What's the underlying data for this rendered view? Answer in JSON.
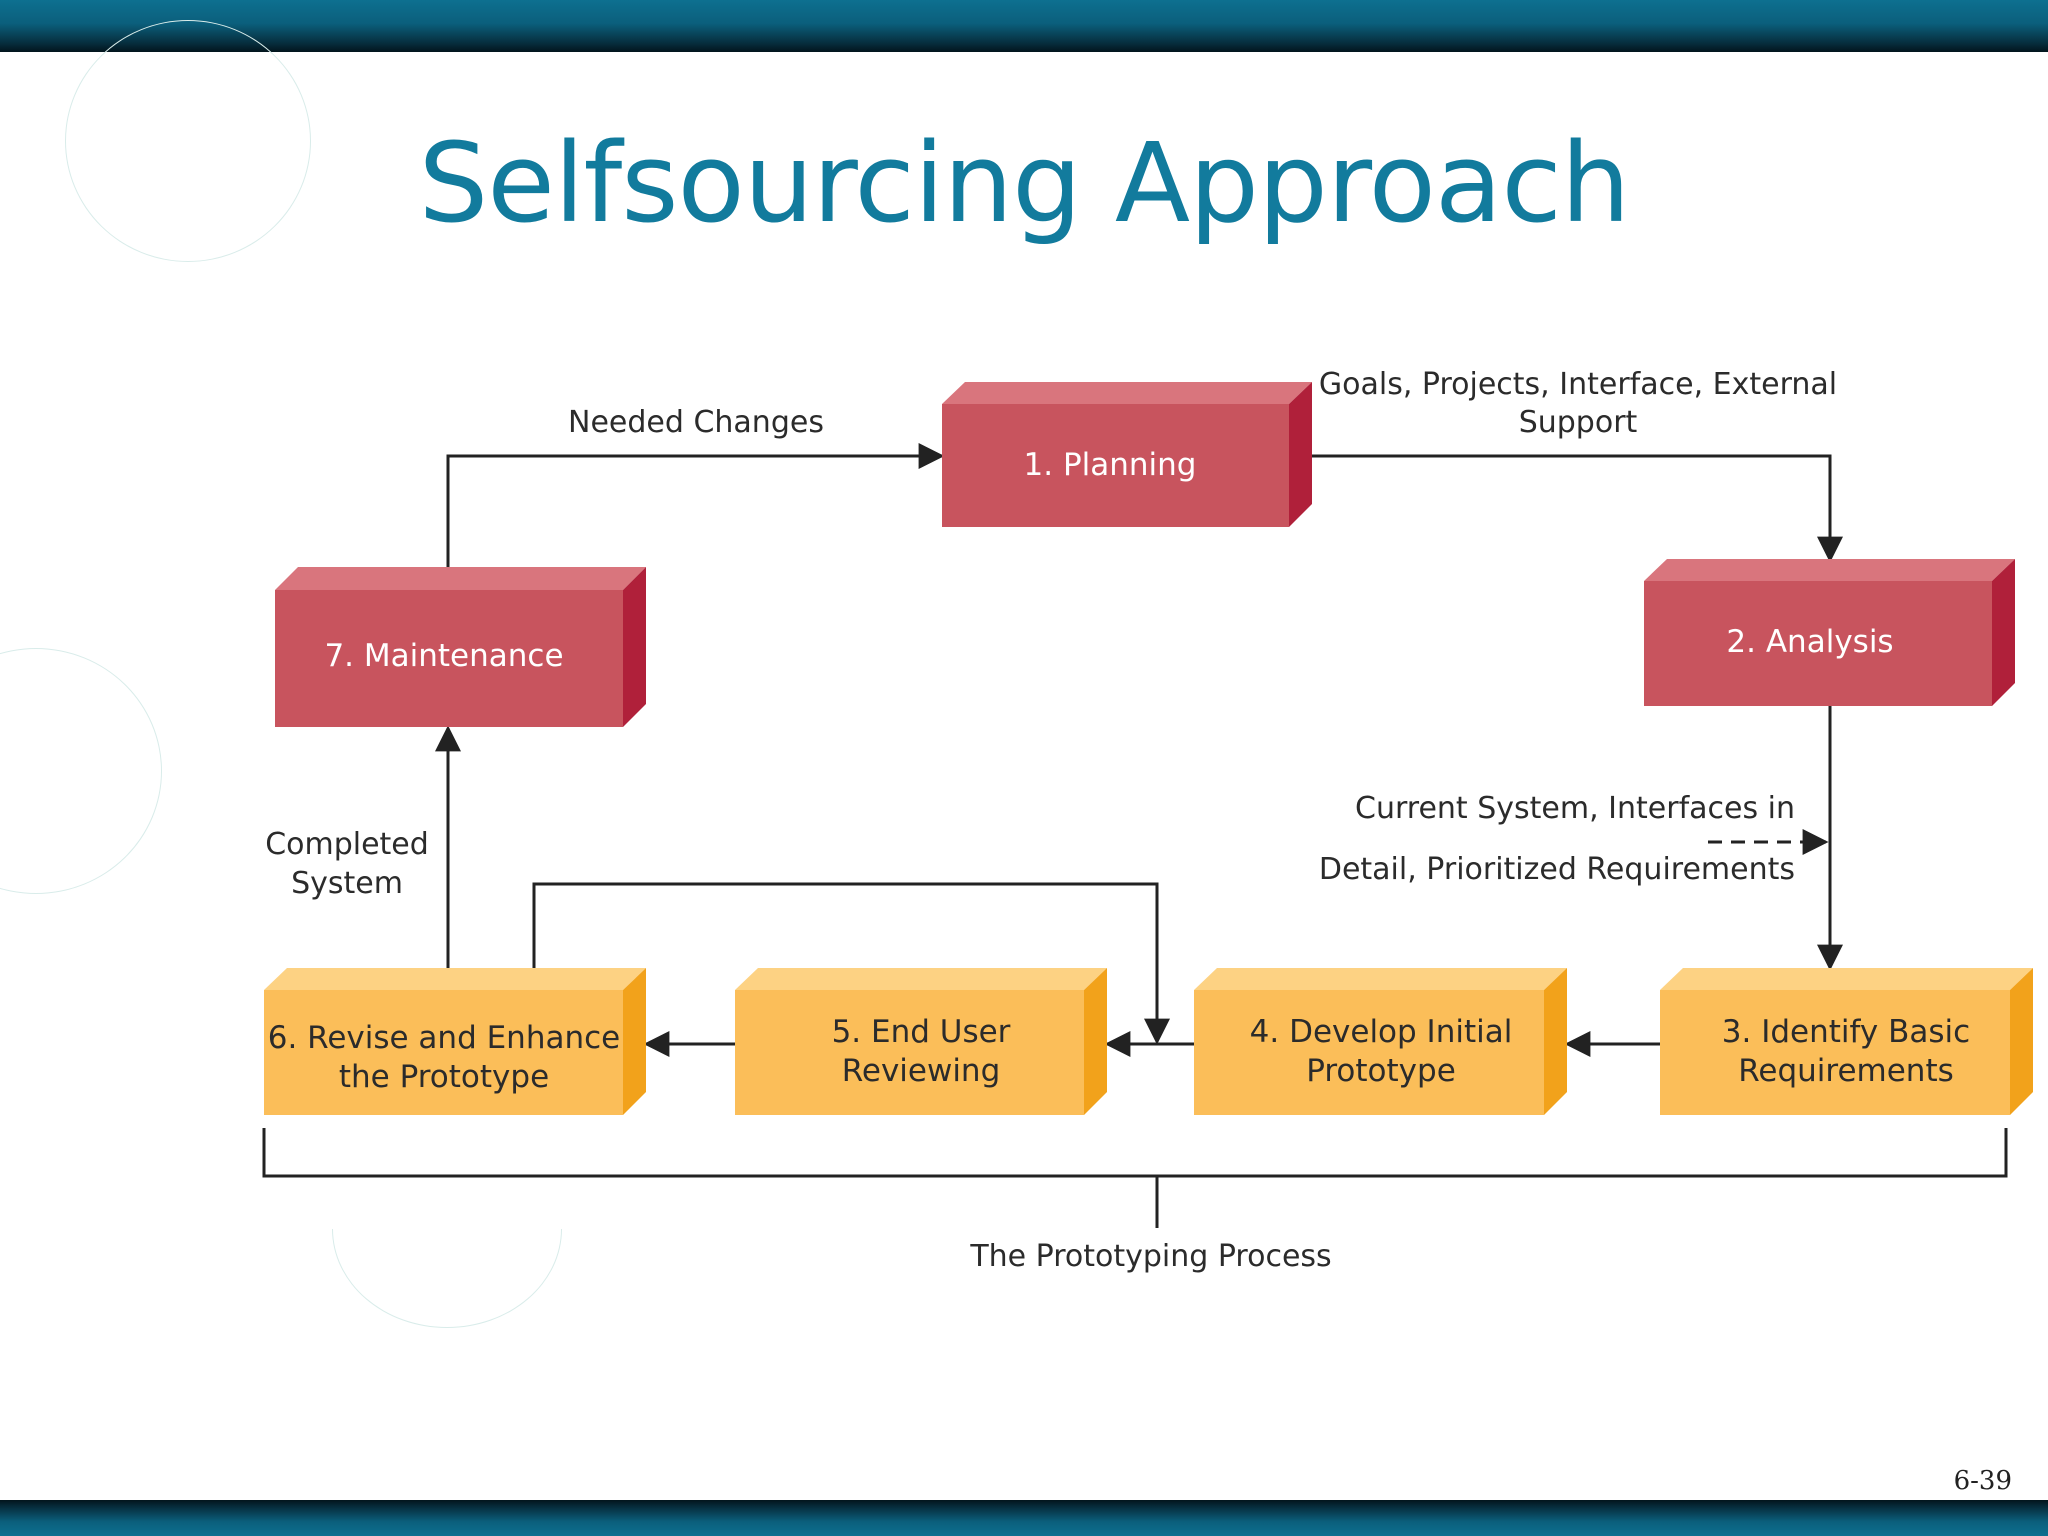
{
  "title": "Selfsourcing Approach",
  "slide_number": "6-39",
  "boxes": {
    "planning": "1.  Planning",
    "analysis": "2.  Analysis",
    "identify": [
      "3.  Identify Basic",
      "Requirements"
    ],
    "develop": [
      "4.  Develop Initial",
      "Prototype"
    ],
    "review": [
      "5.  End User",
      "Reviewing"
    ],
    "revise": [
      "6.  Revise and Enhance",
      "the Prototype"
    ],
    "maintenance": "7.  Maintenance"
  },
  "labels": {
    "needed_changes": "Needed Changes",
    "goals": [
      "Goals, Projects, Interface, External",
      "Support"
    ],
    "current_system": [
      "Current System, Interfaces in",
      "Detail, Prioritized Requirements"
    ],
    "completed_system": [
      "Completed",
      "System"
    ],
    "prototyping_process": "The Prototyping Process"
  },
  "colors": {
    "title": "#127b9d",
    "red_front": "#c8545e",
    "red_top": "#d9757d",
    "red_side": "#b0203a",
    "yellow_front": "#fbbe59",
    "yellow_top": "#fdd283",
    "yellow_side": "#f2a21b",
    "line": "#222222"
  }
}
